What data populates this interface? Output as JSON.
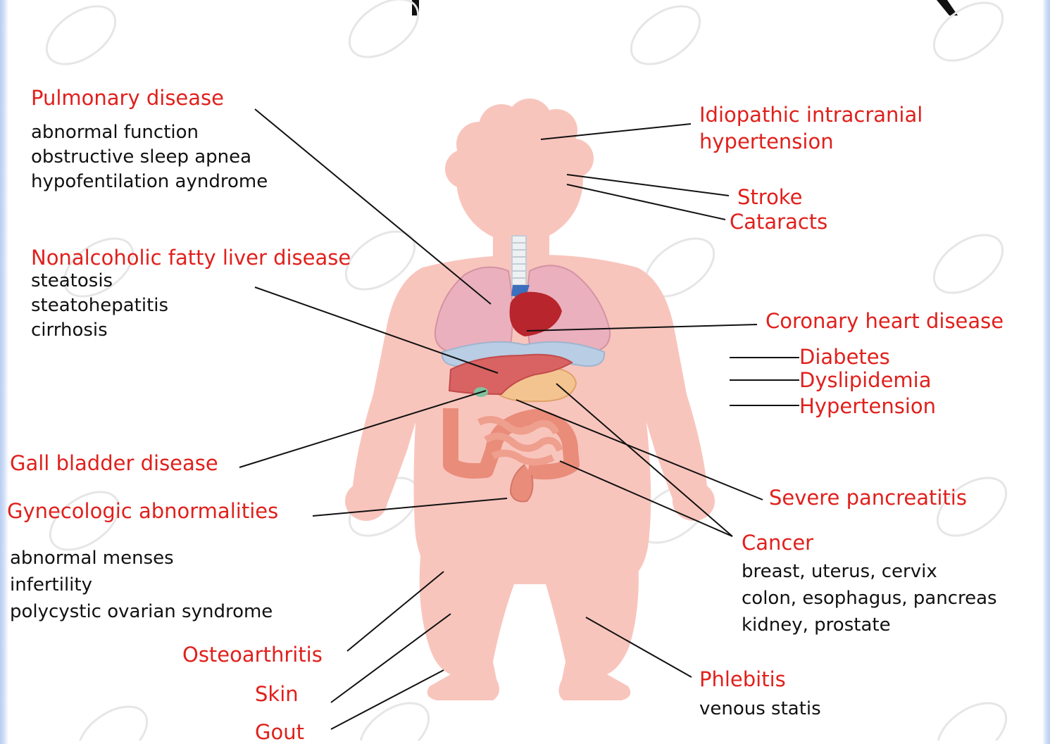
{
  "colors": {
    "disease_label": "#e0201c",
    "detail_text": "#111111",
    "body_silhouette": "#f8c5bd",
    "lungs": "#eab0bd",
    "heart": "#b8252d",
    "liver": "#d96262",
    "diaphragm": "#b9cde4",
    "stomach": "#f4c490",
    "intestine": "#ea8c7a",
    "watermark": "#e6e6e6"
  },
  "labels": {
    "pulmonary": {
      "title": "Pulmonary disease",
      "details": [
        "abnormal function",
        "obstructive sleep apnea",
        "hypofentilation ayndrome"
      ]
    },
    "nafld": {
      "title": "Nonalcoholic fatty liver disease",
      "details": [
        "steatosis",
        "steatohepatitis",
        "cirrhosis"
      ]
    },
    "gall_bladder": {
      "title": "Gall bladder disease"
    },
    "gynecologic": {
      "title": "Gynecologic abnormalities",
      "details": [
        "abnormal menses",
        "infertility",
        "polycystic ovarian syndrome"
      ]
    },
    "osteoarthritis": {
      "title": "Osteoarthritis"
    },
    "skin": {
      "title": "Skin"
    },
    "gout": {
      "title": "Gout"
    },
    "iih": {
      "title_line1": "Idiopathic intracranial",
      "title_line2": "hypertension"
    },
    "stroke": {
      "title": "Stroke"
    },
    "cataracts": {
      "title": "Cataracts"
    },
    "coronary": {
      "title": "Coronary heart disease"
    },
    "diabetes": {
      "title": "Diabetes"
    },
    "dyslipidemia": {
      "title": "Dyslipidemia"
    },
    "hypertension": {
      "title": "Hypertension"
    },
    "pancreatitis": {
      "title": "Severe pancreatitis"
    },
    "cancer": {
      "title": "Cancer",
      "details": [
        "breast, uterus, cervix",
        "colon, esophagus, pancreas",
        "kidney, prostate"
      ]
    },
    "phlebitis": {
      "title": "Phlebitis",
      "details": [
        "venous statis"
      ]
    }
  }
}
